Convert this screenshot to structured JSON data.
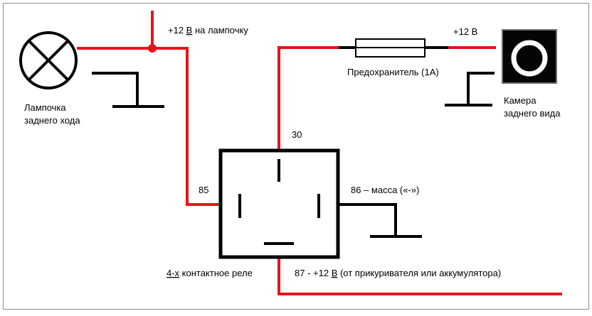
{
  "colors": {
    "wire_positive": "#e8131b",
    "wire_ground": "#000000",
    "frame": "#8a8a8a",
    "camera_body": "#050505",
    "camera_lens_ring": "#ffffff"
  },
  "icons": {
    "lamp": "lamp-cross-circle",
    "camera": "rear-camera-ring",
    "junction": "wire-junction-dot"
  },
  "labels": {
    "lamp_line1": "Лампочка",
    "lamp_line2": "заднего хода",
    "lamp_supply_plain": "+12 ",
    "lamp_supply_underlined": "В",
    "lamp_supply_rest": " на лампочку",
    "fuse": "Предохранитель (1А)",
    "camera_supply": "+12 В",
    "camera_line1": "Камера",
    "camera_line2": "заднего вида",
    "pin_30": "30",
    "pin_85": "85",
    "pin_86": "86 – масса («-»)",
    "relay_underlined": "4-х",
    "relay_rest": " контактное реле",
    "pin_87_prefix": "87 -  +12 ",
    "pin_87_underlined": "В",
    "pin_87_rest": " (от прикуривателя или аккумулятора)"
  }
}
